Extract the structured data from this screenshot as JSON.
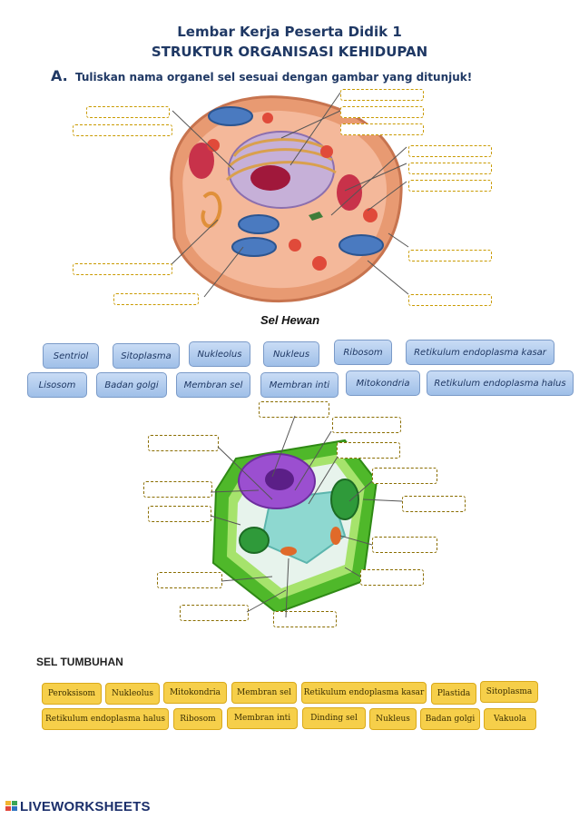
{
  "header": {
    "title": "Lembar Kerja Peserta Didik 1",
    "subtitle": "STRUKTUR ORGANISASI KEHIDUPAN"
  },
  "instruction": {
    "letter": "A.",
    "text": "Tuliskan nama organel sel sesuai dengan gambar yang ditunjuk!"
  },
  "animal_cell": {
    "caption": "Sel Hewan",
    "label_boxes": 12,
    "word_bank_row1": [
      "Sentriol",
      "Sitoplasma",
      "Nukleolus",
      "Nukleus",
      "Ribosom",
      "Retikulum endoplasma kasar"
    ],
    "word_bank_row2": [
      "Lisosom",
      "Badan golgi",
      "Membran sel",
      "Membran inti",
      "Mitokondria",
      "Retikulum endoplasma halus"
    ]
  },
  "plant_cell": {
    "caption": "SEL TUMBUHAN",
    "label_boxes": 13,
    "word_bank_row1": [
      "Peroksisom",
      "Nukleolus",
      "Mitokondria",
      "Membran sel",
      "Retikulum endoplasma kasar",
      "Plastida",
      "Sitoplasma"
    ],
    "word_bank_row2": [
      "Retikulum endoplasma halus",
      "Ribosom",
      "Membran inti",
      "Dinding sel",
      "Nukleus",
      "Badan golgi",
      "Vakuola"
    ]
  },
  "footer": {
    "logo_text": "LIVEWORKSHEETS"
  },
  "colors": {
    "title": "#1f3864",
    "blue_chip": "#a9c6ec",
    "yellow_chip": "#f6cf4a",
    "box_border": "#c99a00",
    "cell_membrane": "#e9a37c",
    "plant_wall": "#55b92a"
  }
}
